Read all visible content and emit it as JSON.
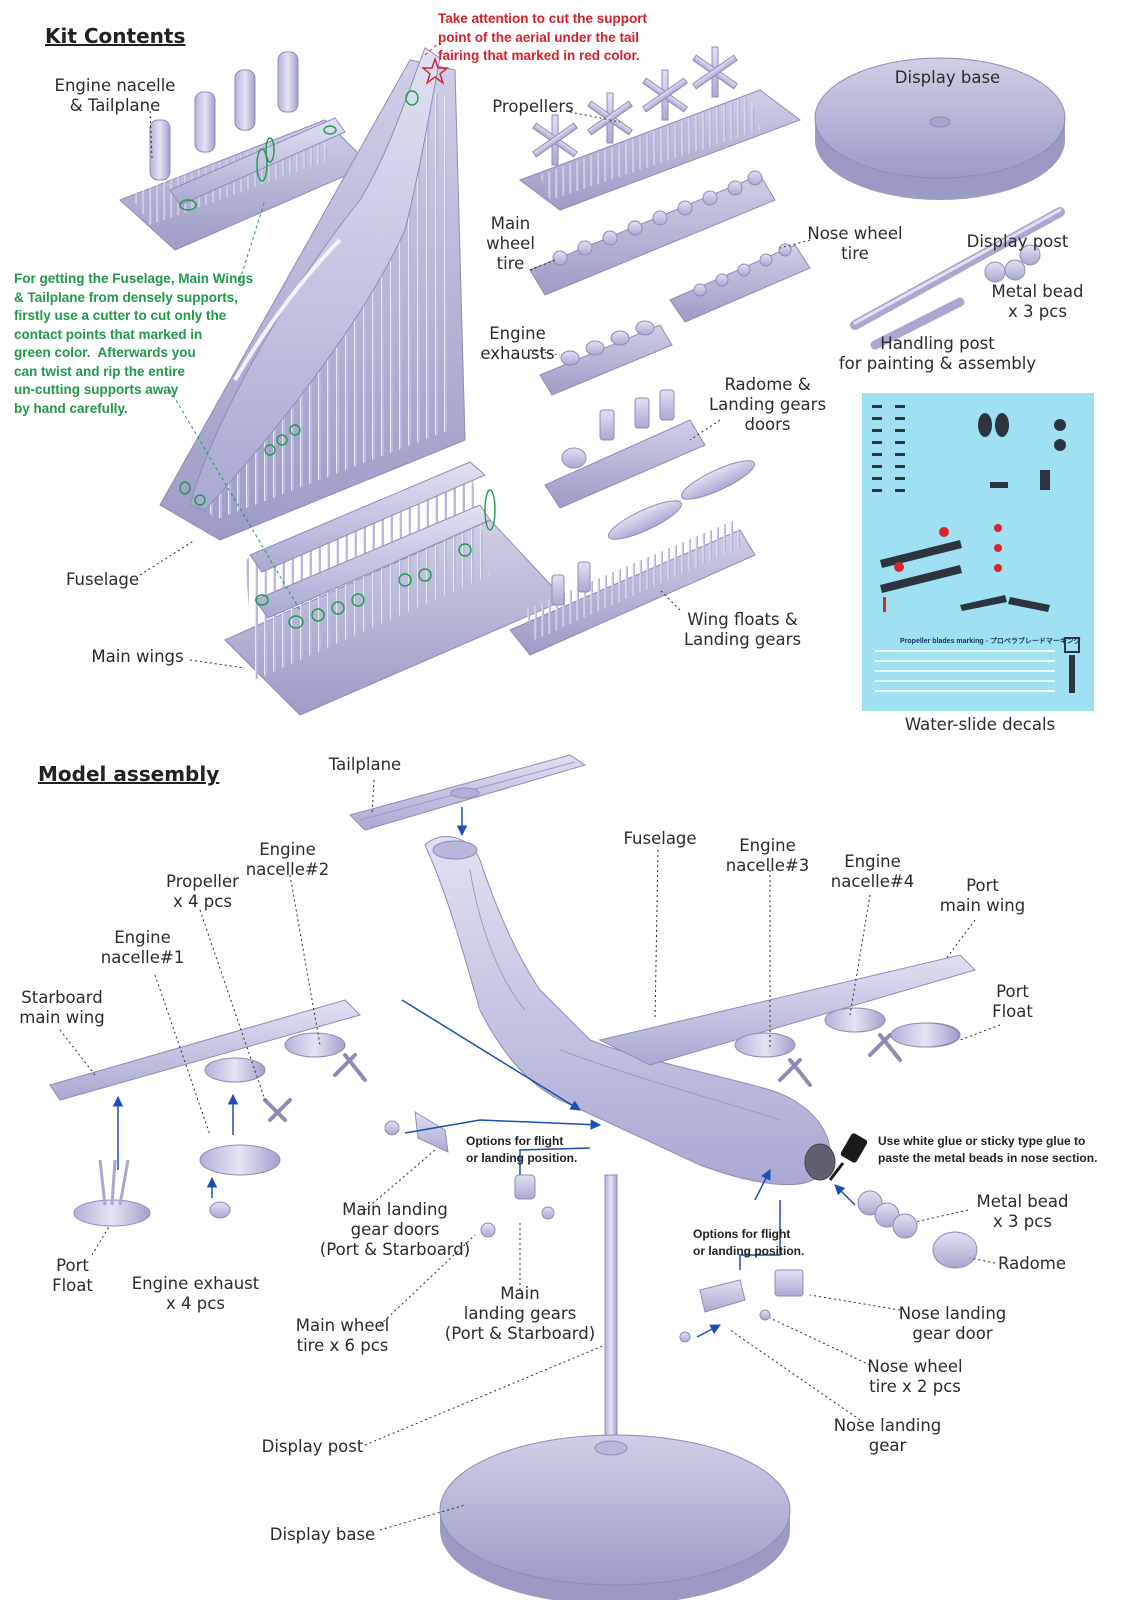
{
  "sections": {
    "kit_contents": "Kit Contents",
    "model_assembly": "Model assembly"
  },
  "notes": {
    "red_cut": "Take attention to cut the support\npoint of the aerial under the tail\nfairing that marked in red color.",
    "green_supports": "For getting the Fuselage, Main Wings\n& Tailplane from densely supports,\nfirstly use a cutter to cut only the\ncontact points that marked in\ngreen color.  Afterwards you\ncan twist and rip the entire\nun-cutting supports away\nby hand carefully.",
    "glue": "Use white glue or sticky type glue to\npaste the metal beads in nose section.",
    "options_1": "Options for flight\nor landing position.",
    "options_2": "Options for flight\nor landing position."
  },
  "kit_labels": {
    "engine_nacelle_tailplane": "Engine nacelle\n& Tailplane",
    "propellers": "Propellers",
    "display_base": "Display base",
    "main_wheel_tire": "Main\nwheel\ntire",
    "nose_wheel_tire": "Nose wheel\ntire",
    "display_post": "Display post",
    "metal_bead": "Metal bead\nx 3 pcs",
    "handling_post": "Handling post\nfor painting & assembly",
    "engine_exhausts": "Engine\nexhausts",
    "radome_doors": "Radome &\nLanding gears\ndoors",
    "fuselage": "Fuselage",
    "wing_floats": "Wing floats &\nLanding gears",
    "main_wings": "Main wings",
    "water_slide_decals": "Water-slide decals"
  },
  "decal_sheet": {
    "title_text": "Propeller blades marking - プロペラブレードマーキング",
    "colors": {
      "background": "#9fe0f2",
      "red": "#d8242c",
      "dark": "#2c3440"
    }
  },
  "assembly_labels": {
    "tailplane": "Tailplane",
    "fuselage": "Fuselage",
    "engine_nacelle_2": "Engine\nnacelle#2",
    "engine_nacelle_3": "Engine\nnacelle#3",
    "engine_nacelle_4": "Engine\nnacelle#4",
    "propeller": "Propeller\nx 4 pcs",
    "port_main_wing": "Port\nmain wing",
    "engine_nacelle_1": "Engine\nnacelle#1",
    "starboard_main_wing": "Starboard\nmain wing",
    "port_float_right": "Port\nFloat",
    "metal_bead": "Metal bead\nx 3 pcs",
    "radome": "Radome",
    "port_float_left": "Port\nFloat",
    "engine_exhaust": "Engine exhaust\nx 4 pcs",
    "main_landing_gear_doors": "Main landing\ngear doors\n(Port & Starboard)",
    "main_landing_gears": "Main\nlanding gears\n(Port & Starboard)",
    "main_wheel_tire": "Main wheel\ntire x 6 pcs",
    "nose_landing_gear_door": "Nose landing\ngear door",
    "nose_wheel_tire": "Nose wheel\ntire x 2 pcs",
    "nose_landing_gear": "Nose landing\ngear",
    "display_post": "Display post",
    "display_base": "Display base"
  },
  "colors": {
    "part": "#c9c9e6",
    "part_dark": "#a4a4cc",
    "part_edge": "#8c8cb8",
    "assembly_arrow": "#1b4fb5",
    "red_mark": "#d6202a",
    "green_mark": "#1e9a48"
  }
}
